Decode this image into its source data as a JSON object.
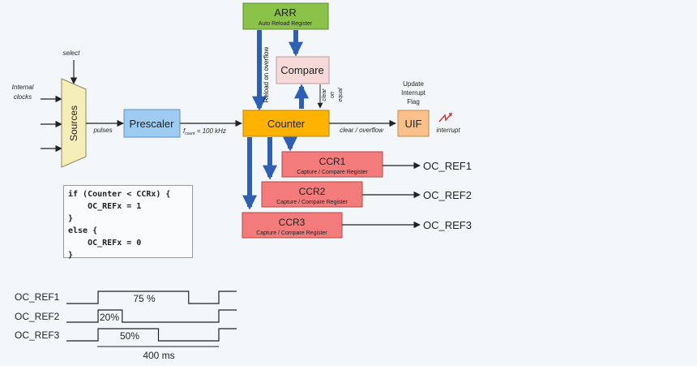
{
  "blocks": {
    "arr": {
      "title": "ARR",
      "subtitle": "Auto Reload Register"
    },
    "compare": {
      "title": "Compare"
    },
    "prescaler": {
      "title": "Prescaler"
    },
    "counter": {
      "title": "Counter"
    },
    "uif": {
      "title": "UIF"
    },
    "sources": {
      "title": "Sources"
    },
    "ccr1": {
      "title": "CCR1",
      "subtitle": "Capture / Compare Register"
    },
    "ccr2": {
      "title": "CCR2",
      "subtitle": "Capture / Compare Register"
    },
    "ccr3": {
      "title": "CCR3",
      "subtitle": "Capture / Compare Register"
    }
  },
  "labels": {
    "select": "select",
    "internal": "Internal",
    "clocks": "clocks",
    "pulses": "pulses",
    "fcount_f": "f",
    "fcount_sub": "count",
    "fcount_val": " = 100 kHz",
    "reload": "Reload on overflow",
    "clear": "clear",
    "on": "on",
    "equal": "equal",
    "clear_overflow": "clear / overflow",
    "update1": "Update",
    "update2": "Interrupt",
    "update3": "Flag",
    "interrupt": "interrupt"
  },
  "outputs": [
    "OC_REF1",
    "OC_REF2",
    "OC_REF3"
  ],
  "code_lines": [
    "if (Counter < CCRx) {",
    "    OC_REFx = 1",
    "}",
    "else {",
    "    OC_REFx = 0",
    "}"
  ],
  "waveforms": {
    "period_label": "400 ms",
    "signals": [
      {
        "name": "OC_REF1",
        "duty": "75 %",
        "duty_fraction": 0.75
      },
      {
        "name": "OC_REF2",
        "duty": "20%",
        "duty_fraction": 0.2
      },
      {
        "name": "OC_REF3",
        "duty": "50%",
        "duty_fraction": 0.5
      }
    ]
  },
  "colors": {
    "arr": "#8bc34a",
    "compare": "#f7d9d9",
    "prescaler": "#9ecbf2",
    "counter": "#ffb300",
    "uif": "#f9c08a",
    "sources": "#f5eeb8",
    "ccr": "#f47b7b",
    "arrow": "#2f5fb3"
  }
}
